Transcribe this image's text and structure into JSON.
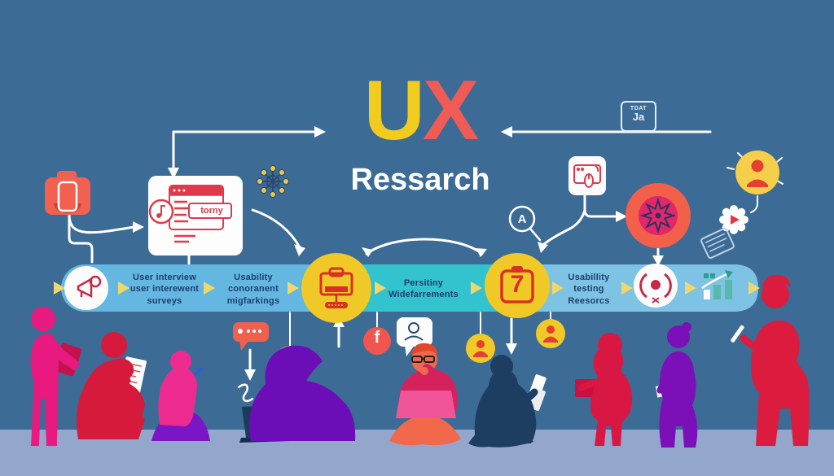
{
  "title": {
    "u": "U",
    "x": "X",
    "subtitle": "Ressarch"
  },
  "calendar_widget": {
    "top": "TDAT",
    "bottom": "Ja"
  },
  "browser_card": {
    "label": "torny"
  },
  "annotation": {
    "magnifier_letter": "A"
  },
  "timeline": {
    "stage1": {
      "line1": "User interview",
      "line2": "user interewent",
      "line3": "surveys"
    },
    "stage2": {
      "line1": "Usability",
      "line2": "conoranent",
      "line3": "migfarkings"
    },
    "stage3": {
      "line1": "Persitiny",
      "line2": "Widefarrements"
    },
    "stage4": {
      "line1": "Usabillity",
      "line2": "testing",
      "line3": "Reesorcs"
    },
    "clipboard_number": "7"
  },
  "social": {
    "facebook_letter": "f"
  },
  "palette": {
    "background": "#3C6B96",
    "floor": "#93A7CC",
    "bar_left": "#64B7E0",
    "bar_middle": "#32C3CF",
    "bar_right": "#7EC3E4",
    "accent_yellow": "#F0C929",
    "triangle_yellow": "#EFD76E",
    "accent_coral": "#F2604A",
    "accent_red": "#D93025",
    "accent_crimson": "#C62946",
    "badge_magenta": "#E3256B",
    "title_yellow": "#F2CB1F",
    "title_red": "#F15B55",
    "text_navy": "#1C3E74",
    "arrow_white": "#FFFFFF",
    "person_pink": "#E8197F",
    "person_crimson": "#D61A3C",
    "person_magenta": "#ED2B90",
    "person_purple": "#6C0EB8",
    "person_navy": "#1E3D63",
    "person_red": "#DC1C3E"
  },
  "icons": {
    "camera_phone": "camera-phone-icon",
    "browser_report": "browser-report-icon",
    "network_graph": "network-graph-icon",
    "calendar": "calendar-icon",
    "browser_mouse": "browser-mouse-icon",
    "magnifier": "magnifier-a-icon",
    "starburst_badge": "starburst-badge-icon",
    "user_badge": "user-badge-icon",
    "gear_play": "gear-play-icon",
    "receipt": "receipt-icon",
    "megaphone": "megaphone-icon",
    "workstation": "workstation-icon",
    "clipboard": "clipboard-7-icon",
    "laurel_award": "laurel-award-icon",
    "growth_chart": "growth-chart-icon",
    "camera": "camera-icon",
    "chat_bubble": "chat-bubble-icon",
    "facebook": "facebook-icon",
    "user_bubble": "user-bubble-icon",
    "user_circle": "user-circle-icon"
  }
}
